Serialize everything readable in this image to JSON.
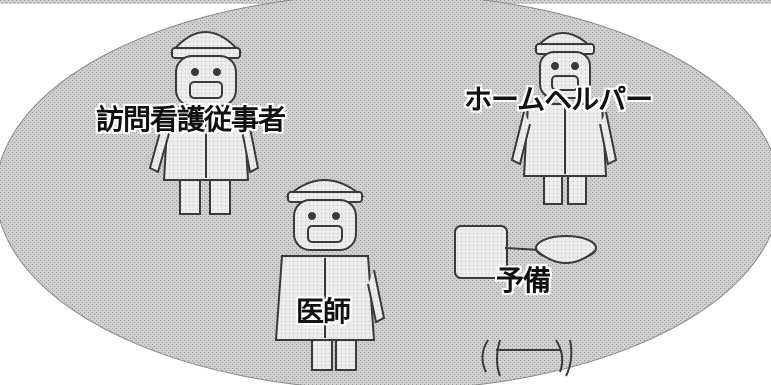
{
  "labels": {
    "visiting_nurse": "訪問看護従事者",
    "home_helper": "ホームヘルパー",
    "doctor": "医師",
    "reserve": "予備"
  },
  "colors": {
    "background": "#ffffff",
    "ellipse_fill": "#c9c9c9",
    "dither_dot": "#9a9a9a",
    "figure_fill": "#e8e8e8",
    "line": "#3a3a3a",
    "text": "#111111"
  },
  "icons": [
    "person-icon",
    "person-icon",
    "person-icon",
    "box-icon",
    "bowl-icon",
    "feet-icon"
  ]
}
